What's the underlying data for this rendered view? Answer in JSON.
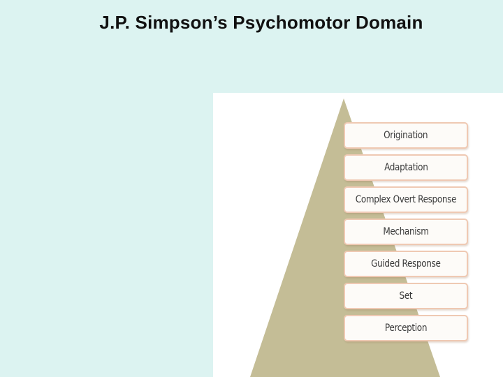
{
  "slide": {
    "title": "J.P. Simpson’s Psychomotor Domain"
  },
  "pyramid": {
    "levels": [
      {
        "label": "Origination"
      },
      {
        "label": "Adaptation"
      },
      {
        "label": "Complex Overt Response"
      },
      {
        "label": "Mechanism"
      },
      {
        "label": "Guided Response"
      },
      {
        "label": "Set"
      },
      {
        "label": "Perception"
      }
    ]
  },
  "colors": {
    "background": "#dcf3f1",
    "panel": "#ffffff",
    "pyramid_fill": "#c4bd96",
    "box_fill": "#fdfbf8",
    "box_border": "#efc9b3",
    "text": "#3a3a3a"
  }
}
